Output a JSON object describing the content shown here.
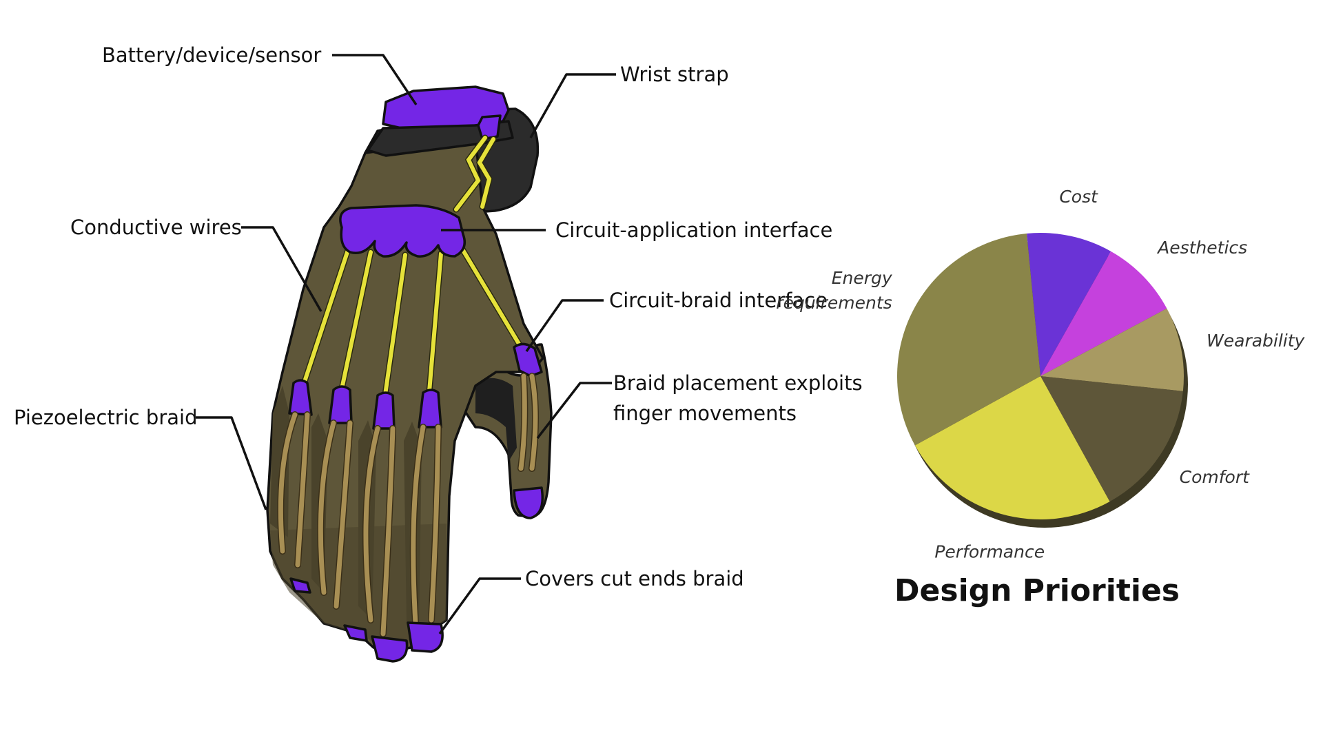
{
  "diagram": {
    "callouts": [
      {
        "id": "battery",
        "text": "Battery/device/sensor"
      },
      {
        "id": "wrist-strap",
        "text": "Wrist strap"
      },
      {
        "id": "conductive-wires",
        "text": "Conductive wires"
      },
      {
        "id": "circuit-application",
        "text": "Circuit-application interface"
      },
      {
        "id": "circuit-braid",
        "text": "Circuit-braid interface"
      },
      {
        "id": "braid-placement",
        "lines": [
          "Braid placement exploits",
          "finger movements"
        ]
      },
      {
        "id": "piezoelectric-braid",
        "text": "Piezoelectric braid"
      },
      {
        "id": "covers-cut-ends",
        "text": "Covers cut ends braid"
      }
    ],
    "colors": {
      "glove": "#5e5639",
      "glove_dark": "#4a432b",
      "purple": "#7426e6",
      "wire": "#e6e23a",
      "braid": "#a88f54",
      "strap": "#2b2b2b"
    }
  },
  "chart_data": {
    "type": "pie",
    "title": "Design Priorities",
    "slices": [
      {
        "label": "Cost",
        "value": 9.7,
        "color": "#6a33d6"
      },
      {
        "label": "Aesthetics",
        "value": 9.0,
        "color": "#c541dd"
      },
      {
        "label": "Wearability",
        "value": 9.5,
        "color": "#a89a62"
      },
      {
        "label": "Comfort",
        "value": 15.3,
        "color": "#5e5639"
      },
      {
        "label": "Performance",
        "value": 25.0,
        "color": "#dcd747"
      },
      {
        "label": "Energy requirements",
        "label_lines": [
          "Energy",
          "requirements"
        ],
        "value": 31.5,
        "color": "#8a8549"
      }
    ]
  }
}
